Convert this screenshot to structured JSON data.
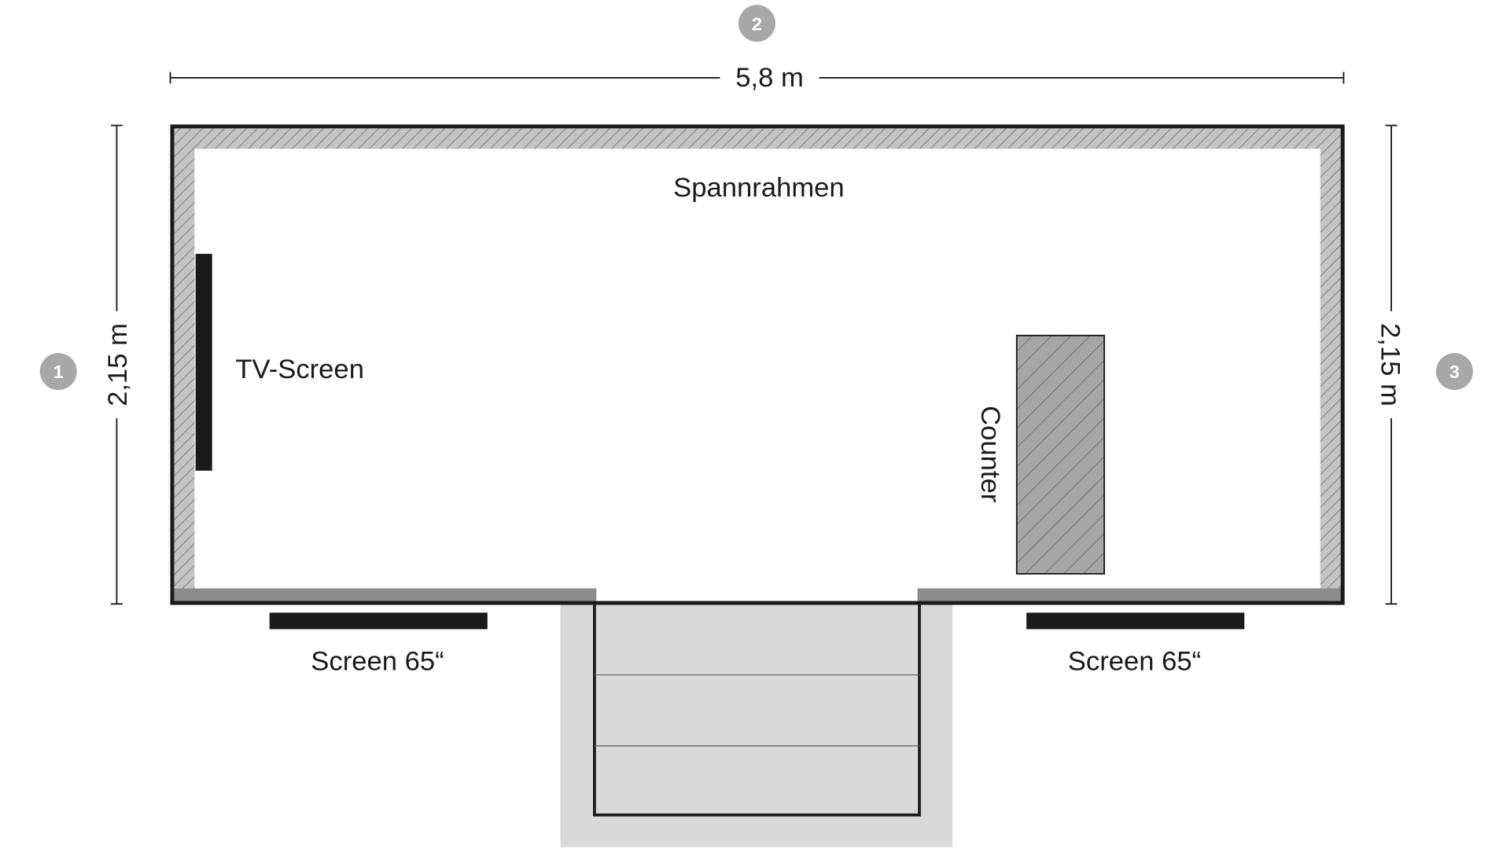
{
  "dimensions": {
    "width_label": "5,8 m",
    "left_height_label": "2,15 m",
    "right_height_label": "2,15 m"
  },
  "badges": {
    "left": "1",
    "top": "2",
    "right": "3"
  },
  "labels": {
    "back_wall": "Spannrahmen",
    "tv_screen": "TV-Screen",
    "counter": "Counter",
    "screen_left": "Screen 65“",
    "screen_right": "Screen 65“"
  },
  "colors": {
    "wall_outline": "#1a1a1a",
    "hatch_fill": "#bdbdbd",
    "hatch_line": "#8a8a8a",
    "counter_fill": "#9a9a9a",
    "badge_fill": "#a8a8a8",
    "entrance_fill": "#d8d8d8",
    "front_strip": "#8c8c8c",
    "screen_fill": "#1a1a1a"
  }
}
